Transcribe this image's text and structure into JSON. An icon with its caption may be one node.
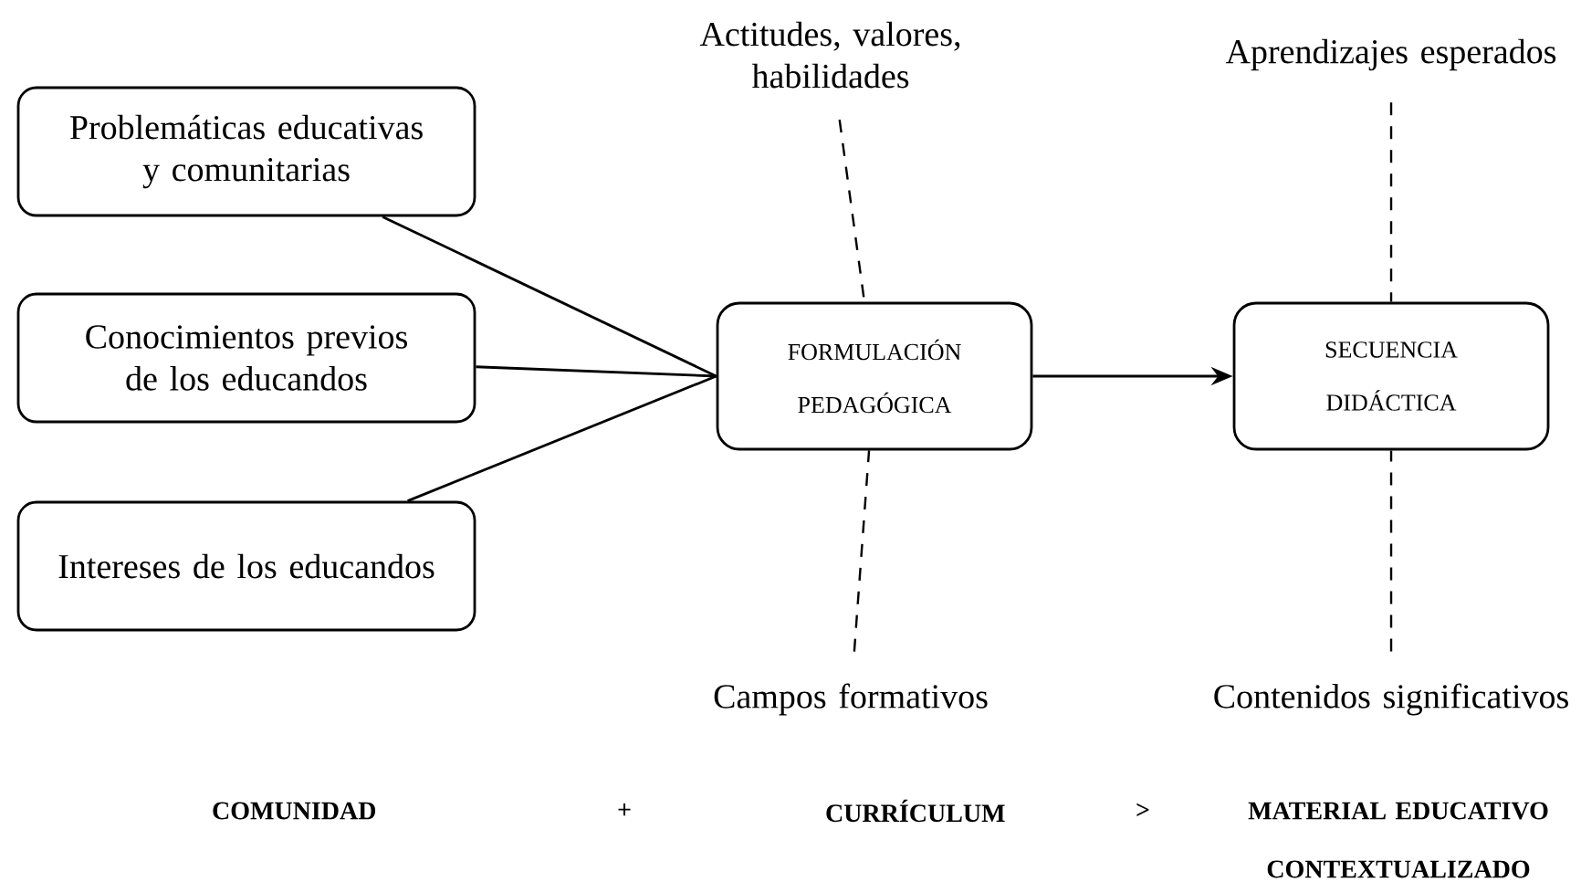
{
  "diagram": {
    "nodes": [
      {
        "text": [
          "Problemáticas educativas y comunitarias"
        ]
      },
      {
        "text": [
          "Conocimientos previos de los educandos"
        ]
      },
      {
        "text": [
          "Intereses de los educandos"
        ]
      },
      {
        "text": [
          "FORMULACIÓN PEDAGÓGICA"
        ]
      },
      {
        "text": [
          "SECUENCIA DIDÁCTICA"
        ]
      },
      {
        "text": [
          "Actitudes, valores, habilidades"
        ]
      },
      {
        "text": [
          "Aprendizajes esperados"
        ]
      },
      {
        "text": [
          "Campos formativos"
        ]
      },
      {
        "text": [
          "Contenidos significativos"
        ]
      }
    ],
    "edges": [
      {
        "from": 0,
        "to": 3,
        "arrow": "none"
      },
      {
        "from": 1,
        "to": 3,
        "arrow": "none"
      },
      {
        "from": 2,
        "to": 3,
        "arrow": "none"
      },
      {
        "from": 3,
        "to": 4,
        "arrow": "to"
      },
      {
        "from": 5,
        "to": 3,
        "arrow": "none",
        "style": "dashed"
      },
      {
        "from": 6,
        "to": 4,
        "arrow": "none",
        "style": "dashed"
      },
      {
        "from": 7,
        "to": 3,
        "arrow": "none",
        "style": "dashed"
      },
      {
        "from": 8,
        "to": 4,
        "arrow": "none",
        "style": "dashed"
      }
    ],
    "labels": [
      "COMUNIDAD",
      "+",
      "CURRÍCULUM",
      ">",
      "MATERIAL EDUCATIVO CONTEXTUALIZADO"
    ]
  }
}
